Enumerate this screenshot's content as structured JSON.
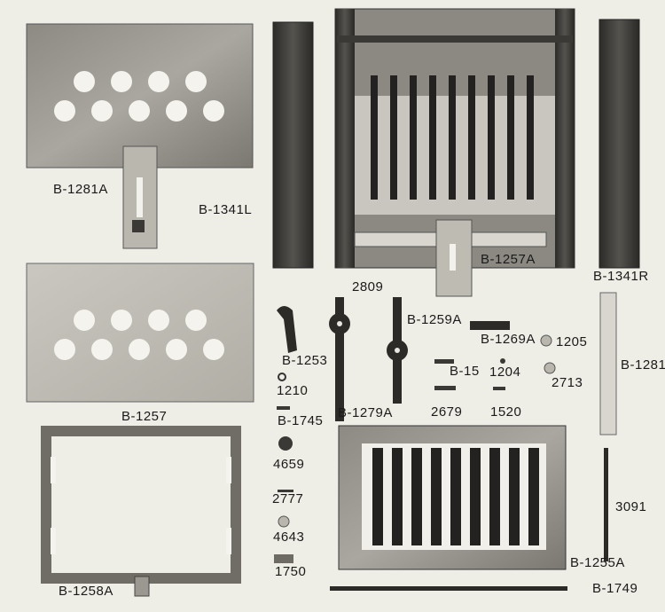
{
  "parts": [
    {
      "key": "b1281a",
      "label": "B-1281A"
    },
    {
      "key": "b1341l",
      "label": "B-1341L"
    },
    {
      "key": "b1257a",
      "label": "B-1257A"
    },
    {
      "key": "b1341r",
      "label": "B-1341R"
    },
    {
      "key": "b1257",
      "label": "B-1257"
    },
    {
      "key": "p2809",
      "label": "2809"
    },
    {
      "key": "b1259a",
      "label": "B-1259A"
    },
    {
      "key": "b1269a",
      "label": "B-1269A"
    },
    {
      "key": "p1205",
      "label": "1205"
    },
    {
      "key": "b1281",
      "label": "B-1281"
    },
    {
      "key": "b1253",
      "label": "B-1253"
    },
    {
      "key": "b15",
      "label": "B-15"
    },
    {
      "key": "p1204",
      "label": "1204"
    },
    {
      "key": "p2713",
      "label": "2713"
    },
    {
      "key": "p1210",
      "label": "1210"
    },
    {
      "key": "b1745",
      "label": "B-1745"
    },
    {
      "key": "b1279a",
      "label": "B-1279A"
    },
    {
      "key": "p2679",
      "label": "2679"
    },
    {
      "key": "p1520",
      "label": "1520"
    },
    {
      "key": "p4659",
      "label": "4659"
    },
    {
      "key": "p2777",
      "label": "2777"
    },
    {
      "key": "p4643",
      "label": "4643"
    },
    {
      "key": "p3091",
      "label": "3091"
    },
    {
      "key": "b1258a",
      "label": "B-1258A"
    },
    {
      "key": "p1750",
      "label": "1750"
    },
    {
      "key": "b1255a",
      "label": "B-1255A"
    },
    {
      "key": "b1749",
      "label": "B-1749"
    }
  ]
}
